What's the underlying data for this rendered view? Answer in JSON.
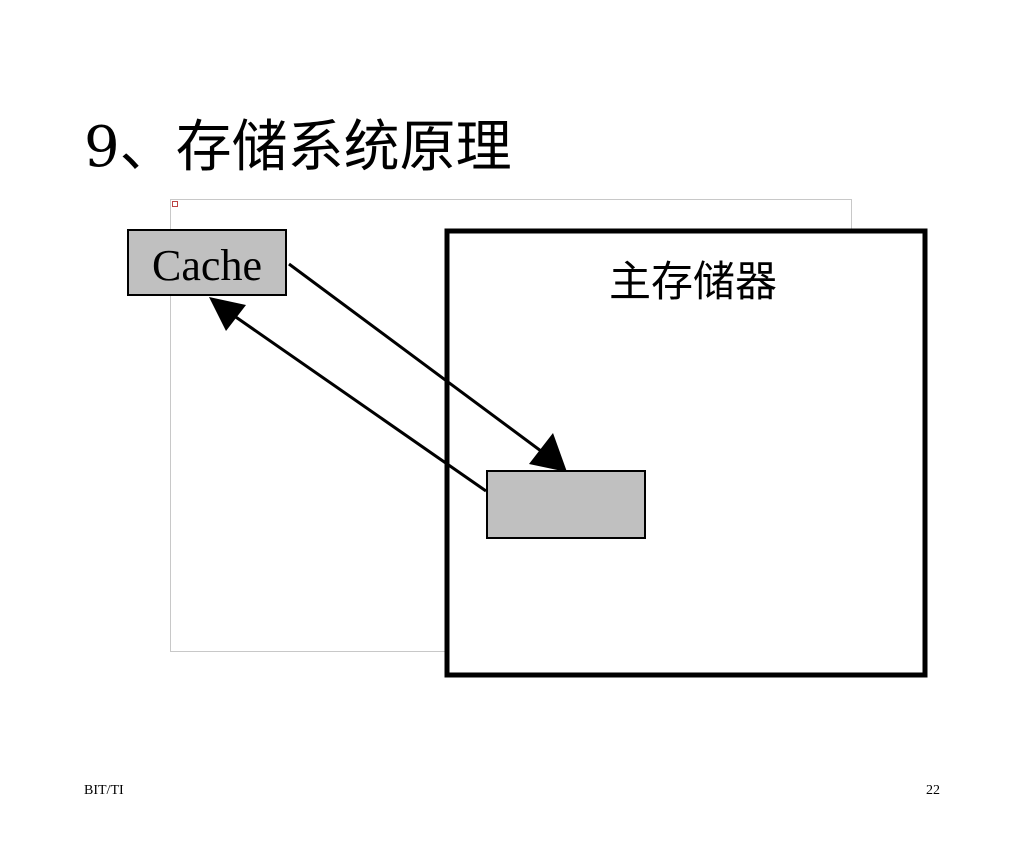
{
  "slide": {
    "title": "9、存储系统原理"
  },
  "diagram": {
    "cache_label": "Cache",
    "main_memory_label": "主存储器",
    "colors": {
      "block_fill": "#c0c0c0",
      "stroke": "#000000",
      "frame_border": "#c8c8c8"
    }
  },
  "footer": {
    "left": "BIT/TI",
    "page_number": "22"
  }
}
